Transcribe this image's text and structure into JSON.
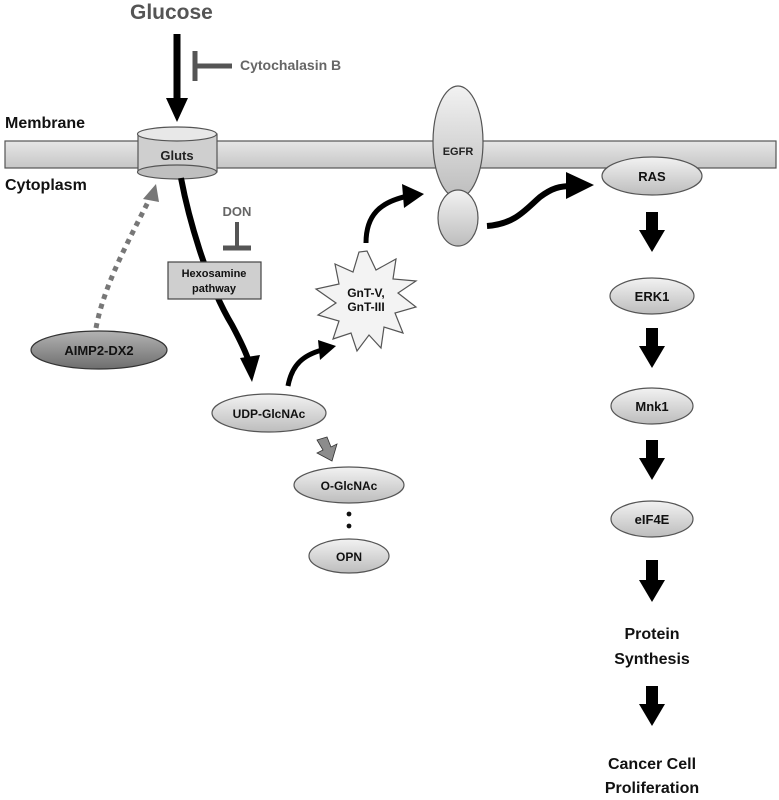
{
  "labels": {
    "glucose": "Glucose",
    "cytochalasin": "Cytochalasin B",
    "membrane": "Membrane",
    "cytoplasm": "Cytoplasm",
    "gluts": "Gluts",
    "egfr": "EGFR",
    "don": "DON",
    "hexosamine_line1": "Hexosamine",
    "hexosamine_line2": "pathway",
    "gnt_line1": "GnT-V,",
    "gnt_line2": "GnT-III",
    "aimp2": "AIMP2-DX2",
    "udp": "UDP-GlcNAc",
    "oglcnac": "O-GlcNAc",
    "opn": "OPN",
    "ras": "RAS",
    "erk1": "ERK1",
    "mnk1": "Mnk1",
    "eif4e": "eIF4E",
    "protein_line1": "Protein",
    "protein_line2": "Synthesis",
    "cancer_line1": "Cancer Cell",
    "cancer_line2": "Proliferation"
  },
  "colors": {
    "arrow": "#000000",
    "inhibitor": "#555555",
    "membrane_fill": "#d3d3d3",
    "node_fill": "#d8d8d8",
    "aimp2_fill": "#8a8a8a",
    "hexosamine_fill": "#cfcfcf"
  }
}
